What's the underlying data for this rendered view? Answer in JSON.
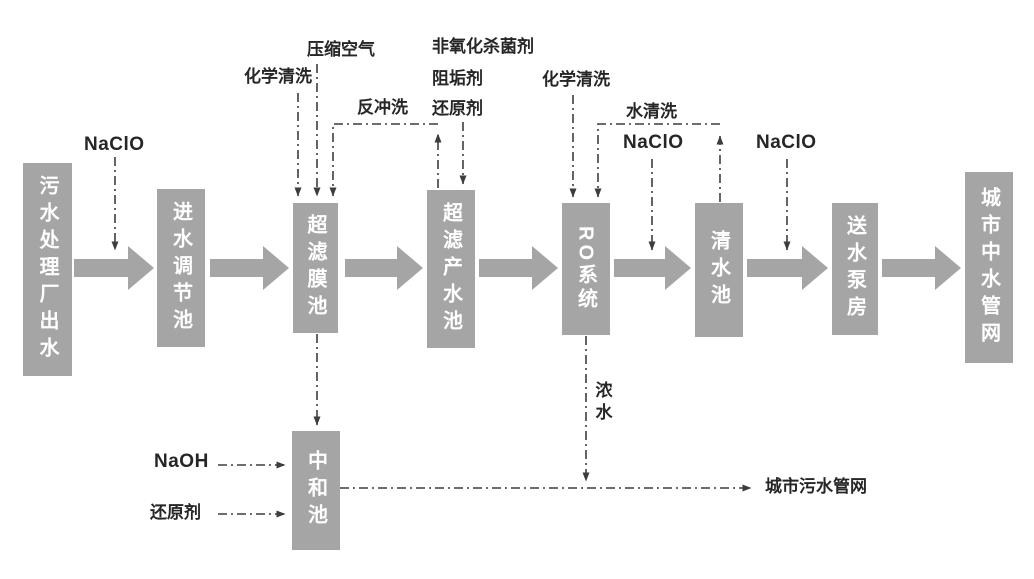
{
  "diagram": {
    "stages": [
      {
        "id": "plant-effluent",
        "label": "污水处理厂出水"
      },
      {
        "id": "inlet-regulating-tank",
        "label": "进水调节池"
      },
      {
        "id": "uf-membrane-tank",
        "label": "超滤膜池"
      },
      {
        "id": "uf-product-tank",
        "label": "超滤产水池"
      },
      {
        "id": "ro-system",
        "label": "RO系统"
      },
      {
        "id": "clear-water-tank",
        "label": "清水池"
      },
      {
        "id": "pump-house",
        "label": "送水泵房"
      },
      {
        "id": "city-reclaimed-network",
        "label": "城市中水管网"
      }
    ],
    "side_tank": {
      "id": "neutralization-tank",
      "label": "中和池"
    },
    "annotations": {
      "naclo_dose_inlet": "NaClO",
      "chem_clean_uf": "化学清洗",
      "compressed_air": "压缩空气",
      "backwash": "反冲洗",
      "non_oxidizing_biocide": "非氧化杀菌剂",
      "scale_inhibitor": "阻垢剂",
      "reducing_agent_ro": "还原剂",
      "chem_clean_ro": "化学清洗",
      "water_flush": "水清洗",
      "naclo_dose_clear": "NaClO",
      "naclo_dose_pump": "NaClO",
      "naoh_dose": "NaOH",
      "reducing_agent_neutral": "还原剂",
      "concentrate": "浓水",
      "city_sewer": "城市污水管网"
    },
    "colors": {
      "box_fill": "#a5a5a5",
      "box_text": "#ffffff",
      "flow_arrow": "#a5a5a5",
      "dose_line": "#3d3d3d",
      "label_text": "#262626",
      "background": "#ffffff"
    }
  }
}
